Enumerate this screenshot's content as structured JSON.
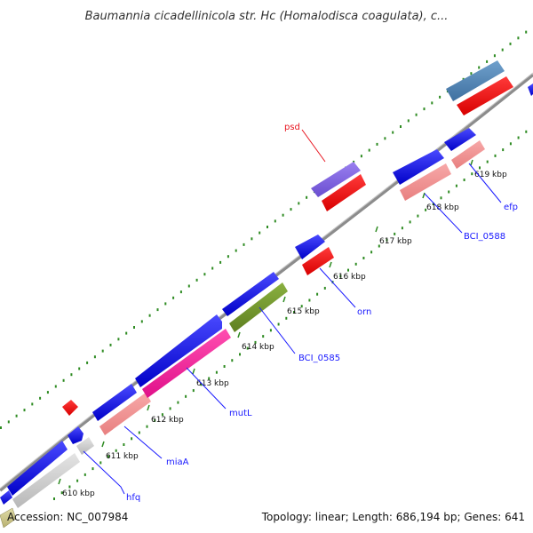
{
  "title": "Baumannia cicadellinicola str. Hc (Homalodisca coagulata), c...",
  "footer": {
    "accession": "Accession: NC_007984",
    "summary": "Topology: linear; Length: 686,194 bp; Genes: 641"
  },
  "colors": {
    "background": "#ffffff",
    "backbone": "#8c8c8c",
    "gc_dots": "#2e8b22",
    "label_blue": "#1a1aff",
    "label_red": "#e8141e",
    "leader_line": "#1a1aff"
  },
  "ticks": [
    "610 kbp",
    "611 kbp",
    "612 kbp",
    "613 kbp",
    "614 kbp",
    "615 kbp",
    "616 kbp",
    "617 kbp",
    "618 kbp",
    "619 kbp"
  ],
  "gene_labels": [
    {
      "text": "hfq",
      "color": "blue"
    },
    {
      "text": "miaA",
      "color": "blue"
    },
    {
      "text": "mutL",
      "color": "blue"
    },
    {
      "text": "BCI_0585",
      "color": "blue"
    },
    {
      "text": "orn",
      "color": "blue"
    },
    {
      "text": "BCI_0588",
      "color": "blue"
    },
    {
      "text": "efp",
      "color": "blue"
    },
    {
      "text": "psd",
      "color": "red"
    }
  ]
}
